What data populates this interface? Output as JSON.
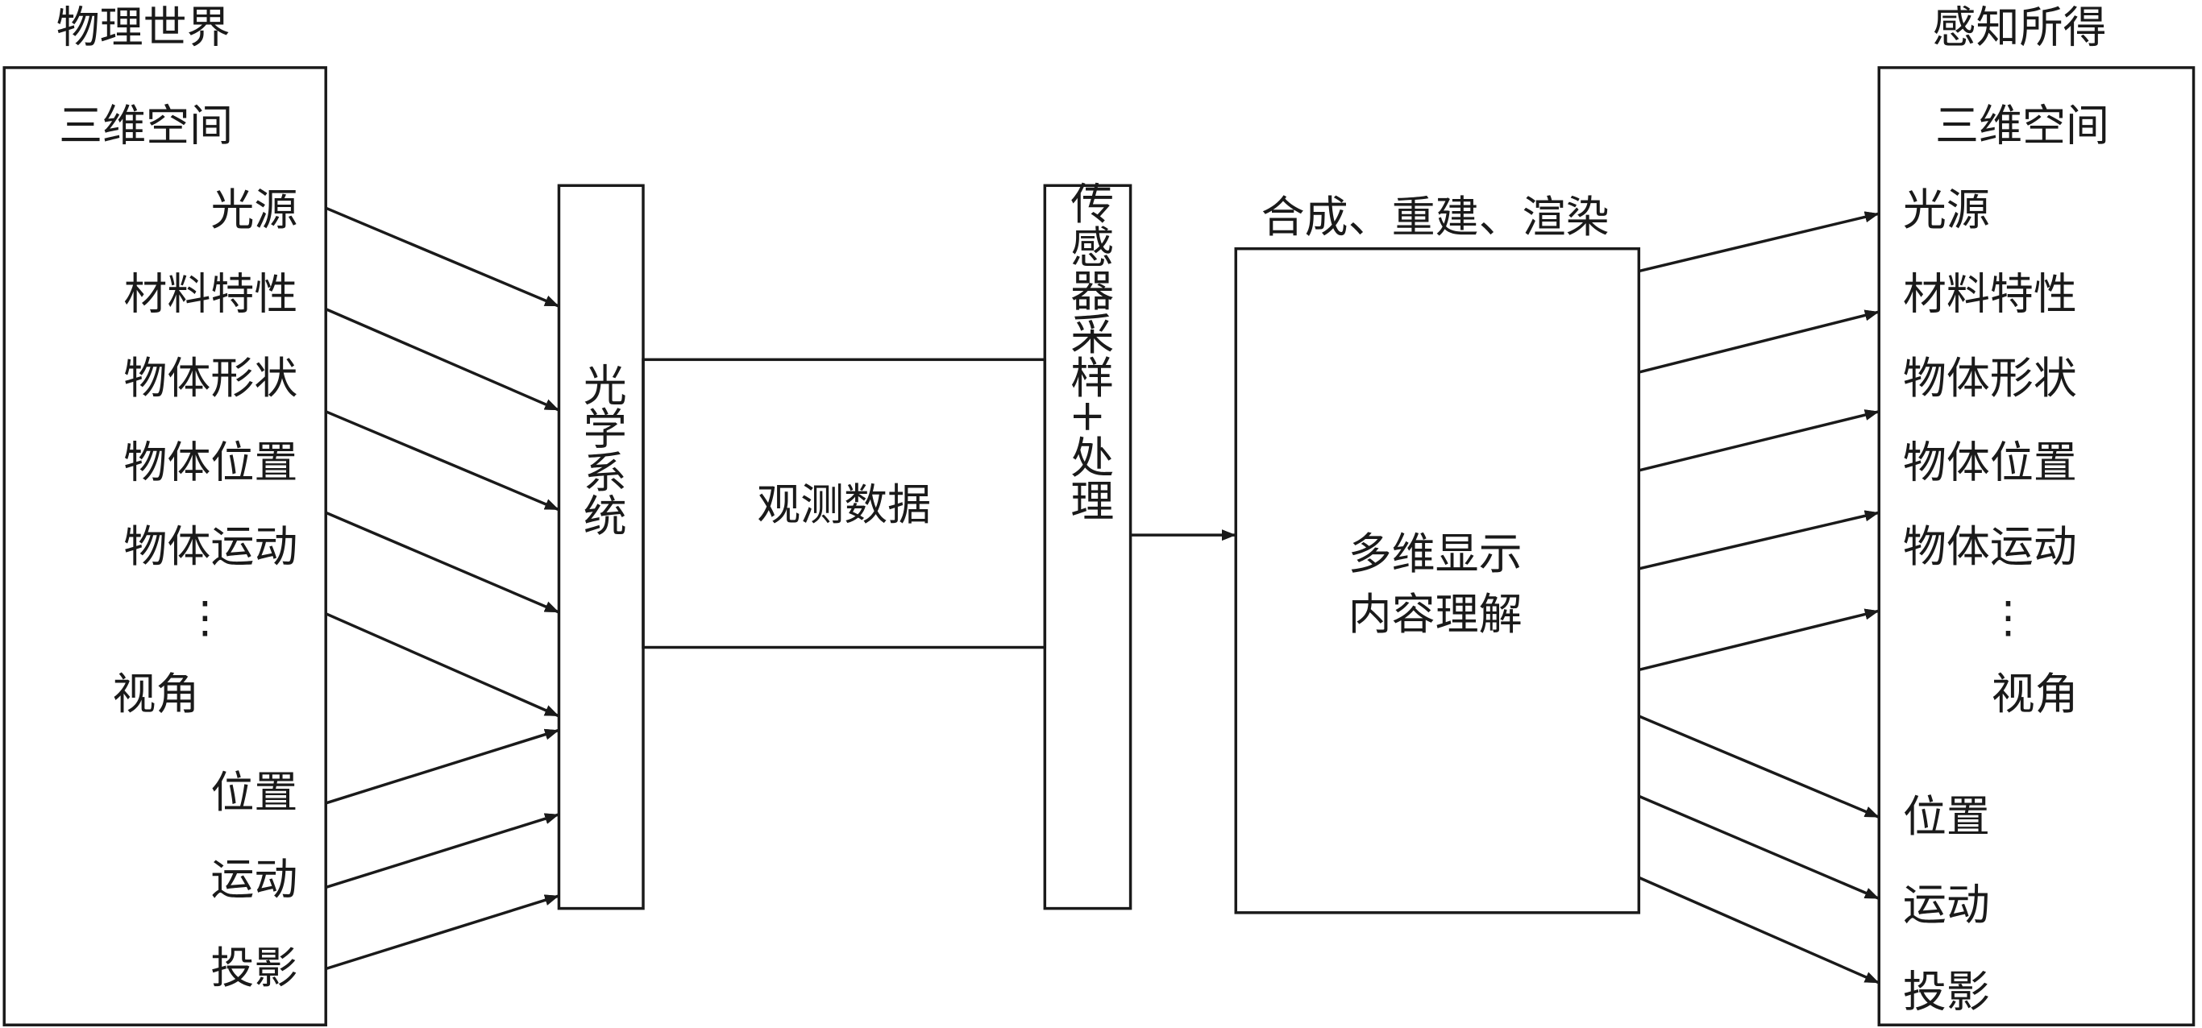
{
  "left_panel": {
    "title": "物理世界",
    "heading": "三维空间",
    "items": [
      "光源",
      "材料特性",
      "物体形状",
      "物体位置",
      "物体运动",
      "⋮"
    ],
    "view_heading": "视角",
    "view_items": [
      "位置",
      "运动",
      "投影"
    ]
  },
  "optical_system": {
    "label": "光学系统"
  },
  "observed_data": {
    "label": "观测数据"
  },
  "sensor": {
    "label": "传感器采样+处理"
  },
  "display": {
    "caption": "合成、重建、渲染",
    "line1": "多维显示",
    "line2": "内容理解"
  },
  "right_panel": {
    "title": "感知所得",
    "heading": "三维空间",
    "items": [
      "光源",
      "材料特性",
      "物体形状",
      "物体位置",
      "物体运动",
      "⋮"
    ],
    "view_heading": "视角",
    "view_items": [
      "位置",
      "运动",
      "投影"
    ]
  }
}
